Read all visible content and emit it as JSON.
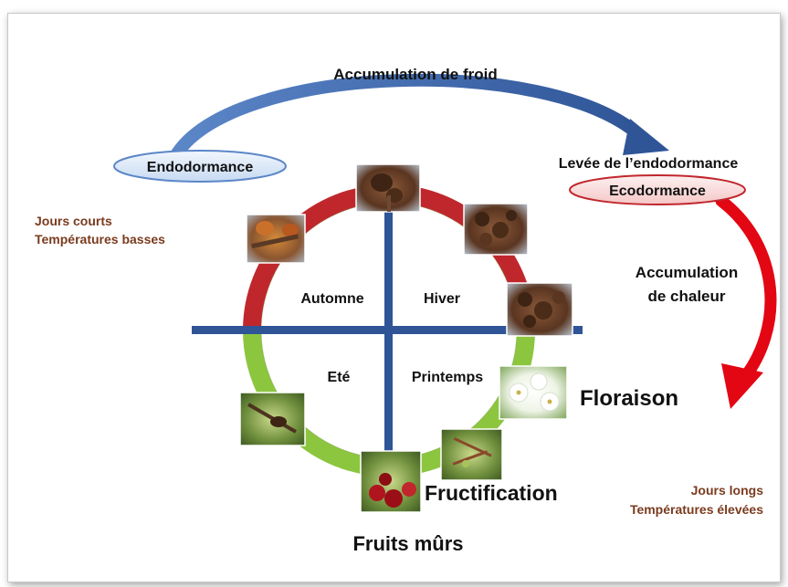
{
  "labels": {
    "cold_accumulation": "Accumulation de froid",
    "endodormance": "Endodormance",
    "ecodormance": "Ecodormance",
    "endodormance_release": "Levée de l’endodormance",
    "heat_line1": "Accumulation",
    "heat_line2": "de chaleur",
    "short_days_line1": "Jours courts",
    "short_days_line2": "Températures basses",
    "long_days_line1": "Jours longs",
    "long_days_line2": "Températures élevées",
    "autumn": "Automne",
    "winter": "Hiver",
    "summer": "Eté",
    "spring": "Printemps",
    "flowering": "Floraison",
    "fruiting": "Fructification",
    "ripe_fruits": "Fruits mûrs"
  },
  "colors": {
    "cold_red": "#c0272d",
    "warm_green": "#8cc63f",
    "axis_blue": "#2f5597",
    "arrow_blue": "#4472c4",
    "arrow_red": "#e30613",
    "text_brown": "#7a3b1e",
    "endo_fill": "#dce8f7",
    "eco_fill": "#fbe0e0"
  },
  "photos": [
    {
      "name": "photo-winter-bud-top",
      "subject": "dormant bud",
      "palette": "brown"
    },
    {
      "name": "photo-autumn-branch",
      "subject": "autumn branch",
      "palette": "orange"
    },
    {
      "name": "photo-buds-right-upper",
      "subject": "swelling buds",
      "palette": "brown"
    },
    {
      "name": "photo-buds-right-lower",
      "subject": "swelling buds",
      "palette": "brown"
    },
    {
      "name": "photo-flowers",
      "subject": "white blossoms",
      "palette": "white"
    },
    {
      "name": "photo-young-fruits",
      "subject": "young fruits",
      "palette": "green"
    },
    {
      "name": "photo-cherries",
      "subject": "ripe cherries",
      "palette": "red"
    },
    {
      "name": "photo-summer-bud",
      "subject": "summer bud",
      "palette": "green"
    }
  ]
}
